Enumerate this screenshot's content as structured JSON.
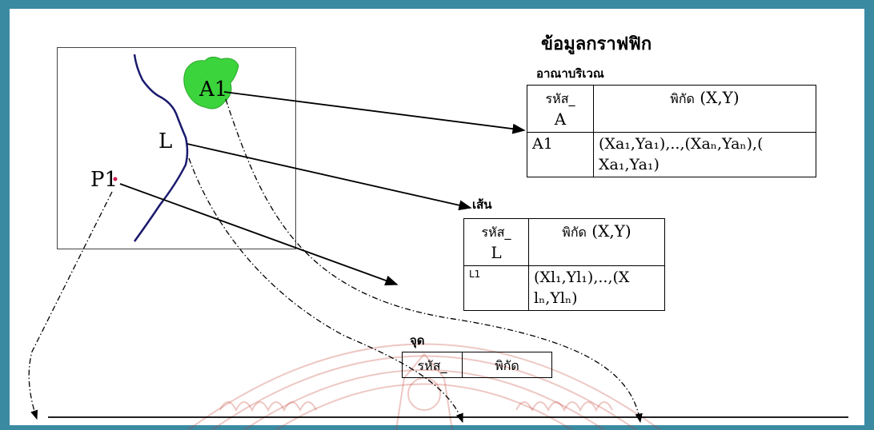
{
  "title": "ข้อมูลกราฟฟิก",
  "map": {
    "area_label": "A1",
    "line_label": "L",
    "point_label": "P1"
  },
  "area_section": {
    "heading": "อาณาบริเวณ",
    "col_code": "รหัส_",
    "col_code_line2": "A",
    "col_coord_th": "พิกัด",
    "col_coord_xy": "(X,Y)",
    "row_code": "A1",
    "row_coord_line1": "(Xa₁,Ya₁),..,(Xaₙ,Yaₙ),(",
    "row_coord_line2": "Xa₁,Ya₁)"
  },
  "line_section": {
    "heading": "เส้น",
    "col_code": "รหัส_",
    "col_code_line2": "L",
    "col_coord_th": "พิกัด",
    "col_coord_xy": "(X,Y)",
    "row_code": "L1",
    "row_coord_line1": "(Xl₁,Yl₁),..,(X",
    "row_coord_line2": "lₙ,Ylₙ)"
  },
  "point_section": {
    "heading": "จุด",
    "col_code": "รหัส_",
    "col_coord_th": "พิกัด"
  },
  "colors": {
    "frame": "#3a8aa2",
    "area_fill": "#3cd43c",
    "river": "#1a1a6e",
    "watermark": "#c0392b"
  }
}
